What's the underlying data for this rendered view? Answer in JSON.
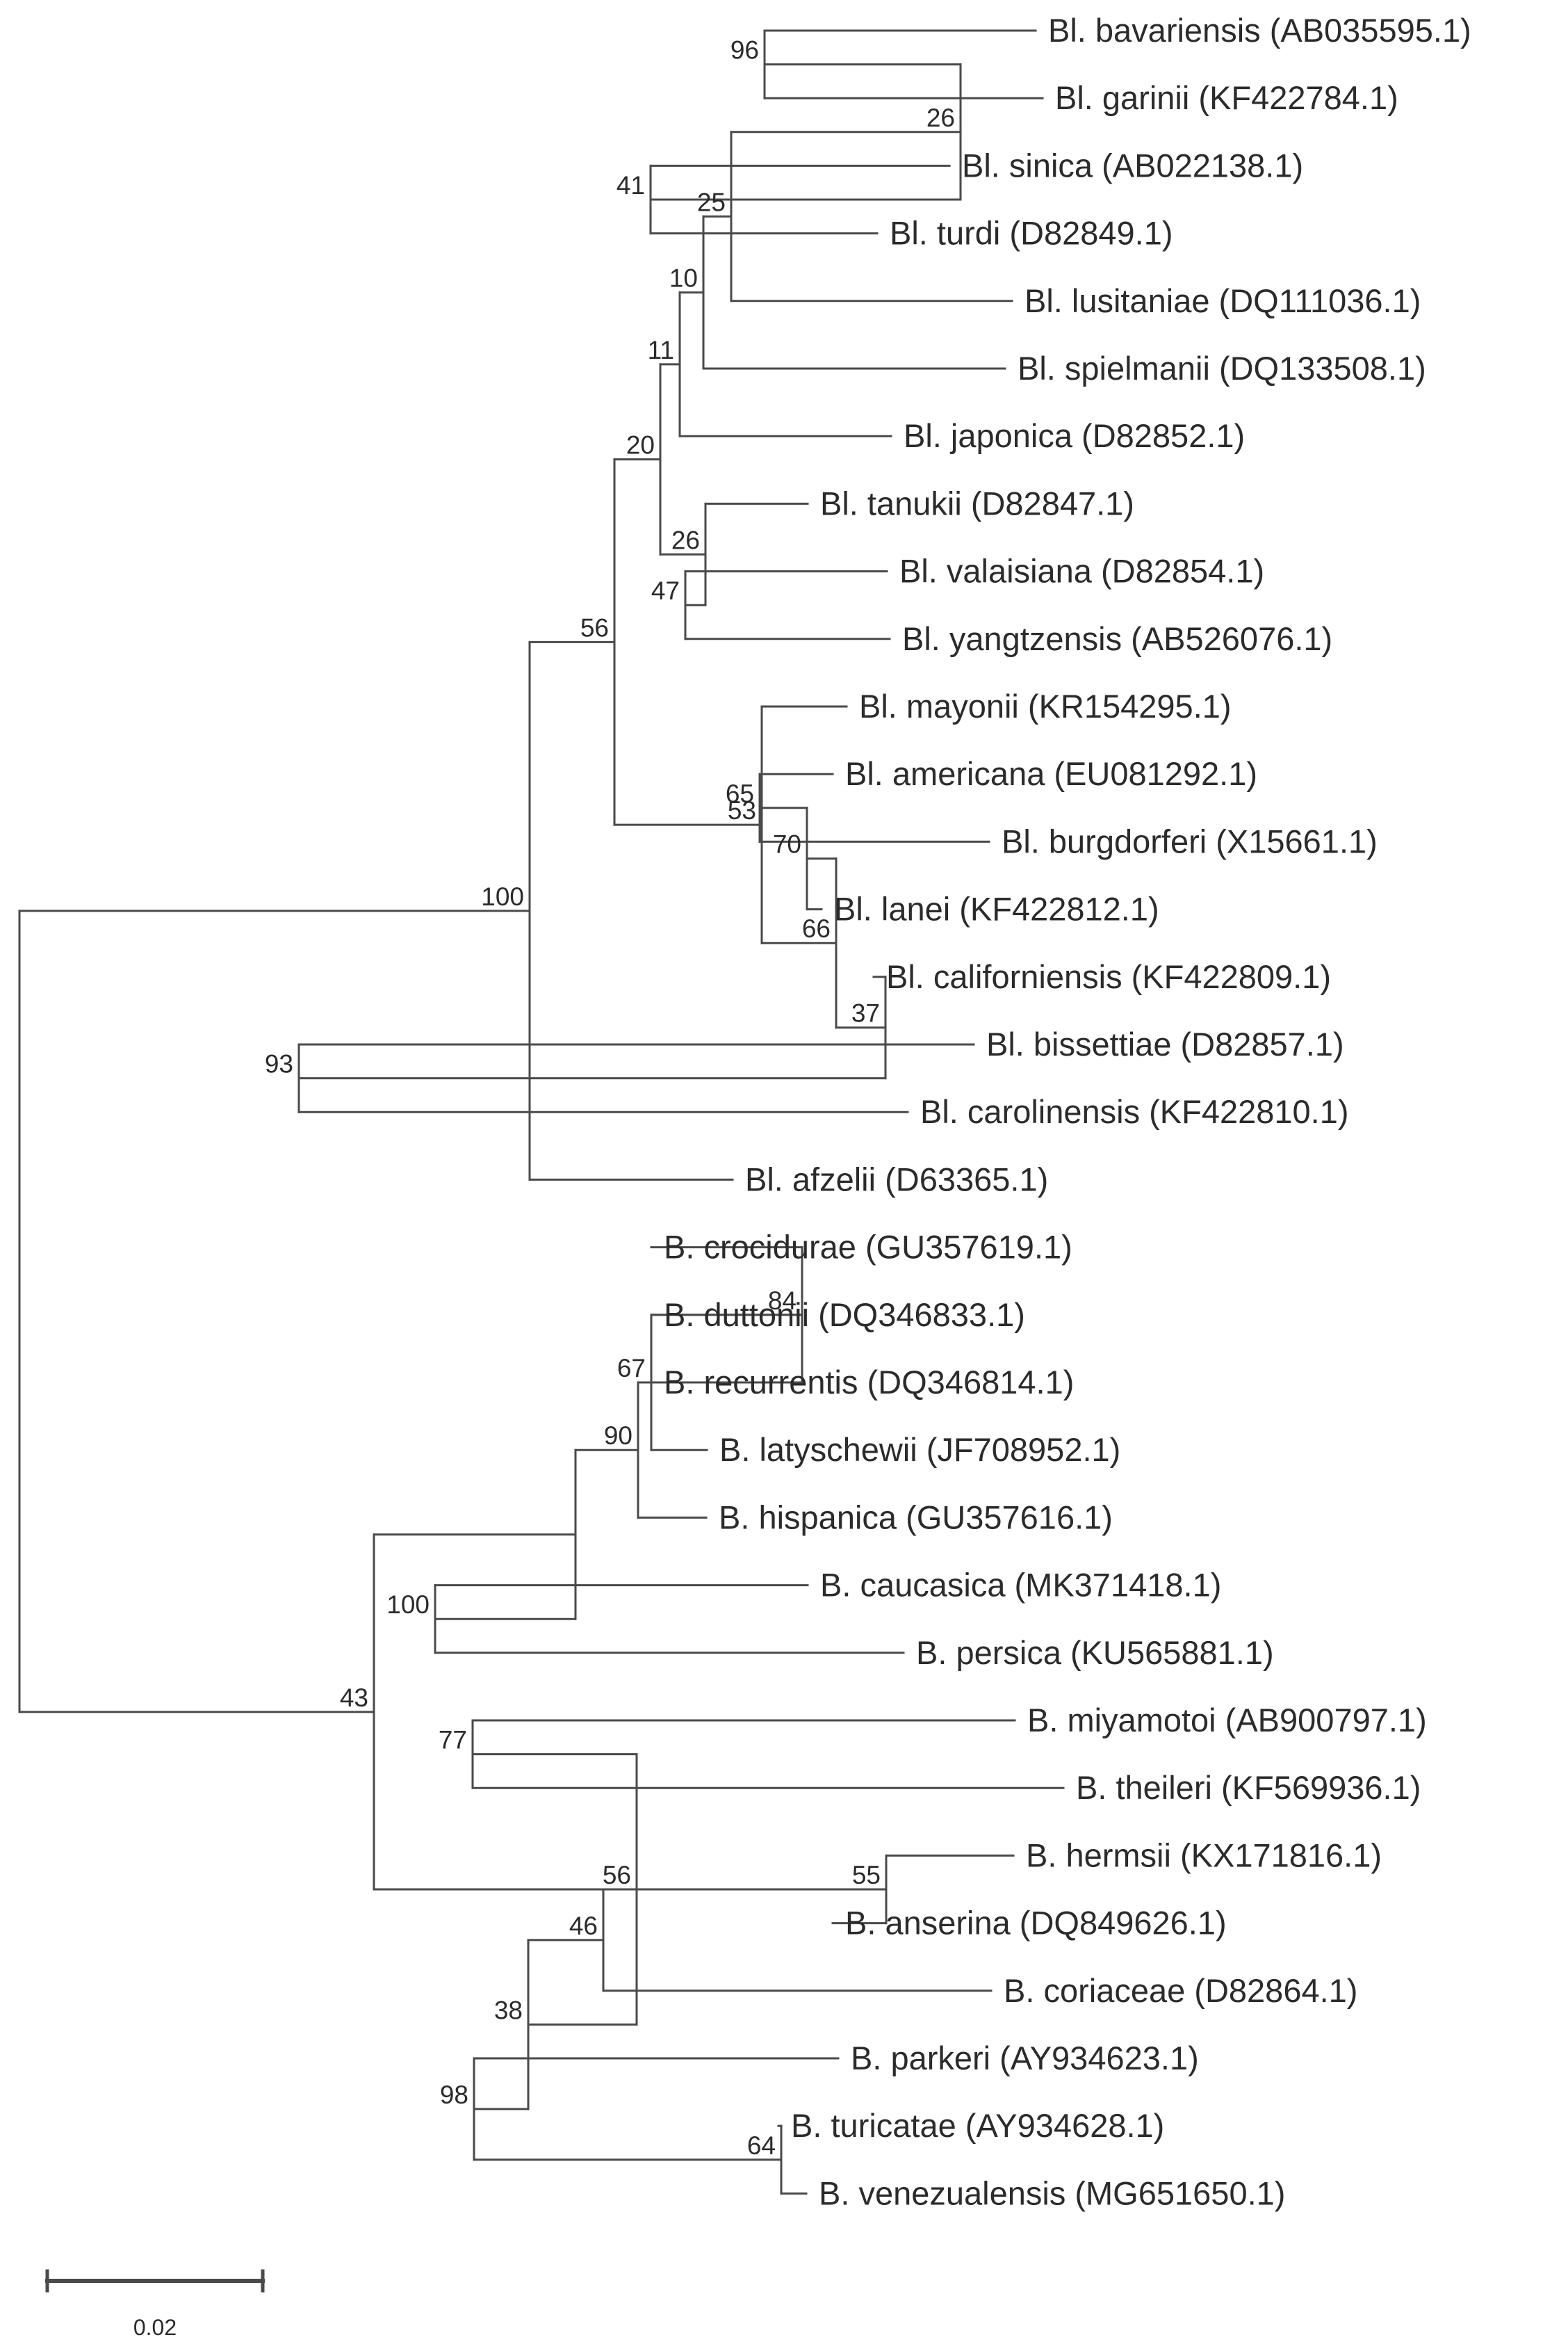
{
  "tree": {
    "children": [
      {
        "bootstrap": "100",
        "children": [
          {
            "bootstrap": "56",
            "children": [
              {
                "bootstrap": "20",
                "children": [
                  {
                    "bootstrap": "11",
                    "children": [
                      {
                        "bootstrap": "10",
                        "children": [
                          {
                            "bootstrap": "25",
                            "children": [
                              {
                                "bootstrap": "26",
                                "children": [
                                  {
                                    "bootstrap": "96",
                                    "children": [
                                      {
                                        "label": "Bl. bavariensis (AB035595.1)"
                                      },
                                      {
                                        "label": "Bl. garinii (KF422784.1)"
                                      }
                                    ]
                                  },
                                  {
                                    "bootstrap": "41",
                                    "children": [
                                      {
                                        "label": "Bl. sinica (AB022138.1)"
                                      },
                                      {
                                        "label": "Bl. turdi (D82849.1)"
                                      }
                                    ]
                                  }
                                ]
                              },
                              {
                                "label": "Bl. lusitaniae (DQ111036.1)"
                              }
                            ]
                          },
                          {
                            "label": "Bl. spielmanii (DQ133508.1)"
                          }
                        ]
                      },
                      {
                        "label": "Bl. japonica (D82852.1)"
                      }
                    ]
                  },
                  {
                    "bootstrap": "26",
                    "children": [
                      {
                        "label": "Bl. tanukii (D82847.1)"
                      },
                      {
                        "bootstrap": "47",
                        "children": [
                          {
                            "label": "Bl. valaisiana (D82854.1)"
                          },
                          {
                            "label": "Bl. yangtzensis (AB526076.1)"
                          }
                        ]
                      }
                    ]
                  }
                ]
              },
              {
                "bootstrap": "53",
                "children": [
                  {
                    "label": "Bl. mayonii (KR154295.1)"
                  },
                  {
                    "bootstrap": "66",
                    "children": [
                      {
                        "bootstrap": "70",
                        "children": [
                          {
                            "bootstrap": "65",
                            "children": [
                              {
                                "label": "Bl. americana (EU081292.1)"
                              },
                              {
                                "label": "Bl. burgdorferi (X15661.1)"
                              }
                            ]
                          },
                          {
                            "label": "Bl. lanei (KF422812.1)"
                          }
                        ]
                      },
                      {
                        "bootstrap": "37",
                        "children": [
                          {
                            "label": "Bl. californiensis (KF422809.1)"
                          },
                          {
                            "bootstrap": "93",
                            "children": [
                              {
                                "label": "Bl. bissettiae (D82857.1)"
                              },
                              {
                                "label": "Bl. carolinensis (KF422810.1)"
                              }
                            ]
                          }
                        ]
                      }
                    ]
                  }
                ]
              }
            ]
          },
          {
            "label": "Bl. afzelii (D63365.1)"
          }
        ]
      },
      {
        "bootstrap": "43",
        "children": [
          {
            "children": [
              {
                "bootstrap": "90",
                "children": [
                  {
                    "bootstrap": "67",
                    "children": [
                      {
                        "bootstrap": "84",
                        "children": [
                          {
                            "label": "B. crocidurae (GU357619.1)"
                          },
                          {
                            "label": "B. duttonii (DQ346833.1)"
                          },
                          {
                            "label": "B. recurrentis (DQ346814.1)"
                          }
                        ]
                      },
                      {
                        "label": "B. latyschewii (JF708952.1)"
                      }
                    ]
                  },
                  {
                    "label": "B. hispanica (GU357616.1)"
                  }
                ]
              },
              {
                "bootstrap": "100",
                "children": [
                  {
                    "label": "B. caucasica (MK371418.1)"
                  },
                  {
                    "label": "B. persica (KU565881.1)"
                  }
                ]
              }
            ]
          },
          {
            "bootstrap": "56",
            "children": [
              {
                "bootstrap": "77",
                "children": [
                  {
                    "label": "B. miyamotoi (AB900797.1)"
                  },
                  {
                    "label": "B. theileri (KF569936.1)"
                  }
                ]
              },
              {
                "bootstrap": "38",
                "children": [
                  {
                    "bootstrap": "46",
                    "children": [
                      {
                        "bootstrap": "55",
                        "children": [
                          {
                            "label": "B. hermsii (KX171816.1)"
                          },
                          {
                            "label": "B. anserina (DQ849626.1)"
                          }
                        ]
                      },
                      {
                        "label": "B. coriaceae (D82864.1)"
                      }
                    ]
                  },
                  {
                    "bootstrap": "98",
                    "children": [
                      {
                        "label": "B. parkeri (AY934623.1)"
                      },
                      {
                        "bootstrap": "64",
                        "children": [
                          {
                            "label": "B. turicatae (AY934628.1)"
                          },
                          {
                            "label": "B. venezualensis (MG651650.1)"
                          }
                        ]
                      }
                    ]
                  }
                ]
              }
            ]
          }
        ]
      }
    ]
  },
  "scale_bar": {
    "label": "0.02",
    "value": 0.02
  }
}
